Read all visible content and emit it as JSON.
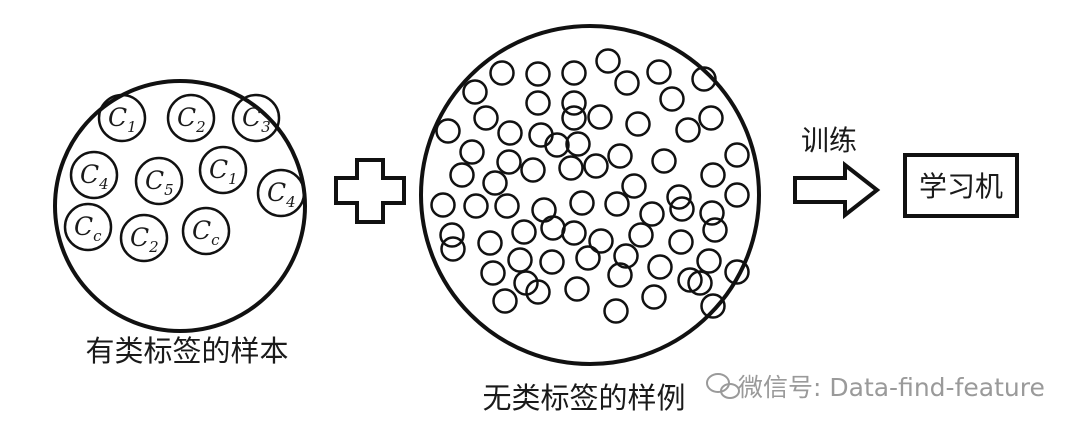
{
  "labeled_set": {
    "caption": "有类标签的样本",
    "samples": [
      {
        "letter": "C",
        "sub": "1"
      },
      {
        "letter": "C",
        "sub": "2"
      },
      {
        "letter": "C",
        "sub": "3"
      },
      {
        "letter": "C",
        "sub": "4"
      },
      {
        "letter": "C",
        "sub": "5"
      },
      {
        "letter": "C",
        "sub": "1"
      },
      {
        "letter": "C",
        "sub": "4"
      },
      {
        "letter": "C",
        "sub": "c"
      },
      {
        "letter": "C",
        "sub": "2"
      },
      {
        "letter": "C",
        "sub": "c"
      }
    ]
  },
  "plus_sign": "+",
  "unlabeled_set": {
    "caption": "无类标签的样例"
  },
  "arrow": {
    "label": "训练"
  },
  "learner_box": {
    "label": "学习机"
  },
  "watermark": {
    "text": "微信号: Data-find-feature"
  }
}
